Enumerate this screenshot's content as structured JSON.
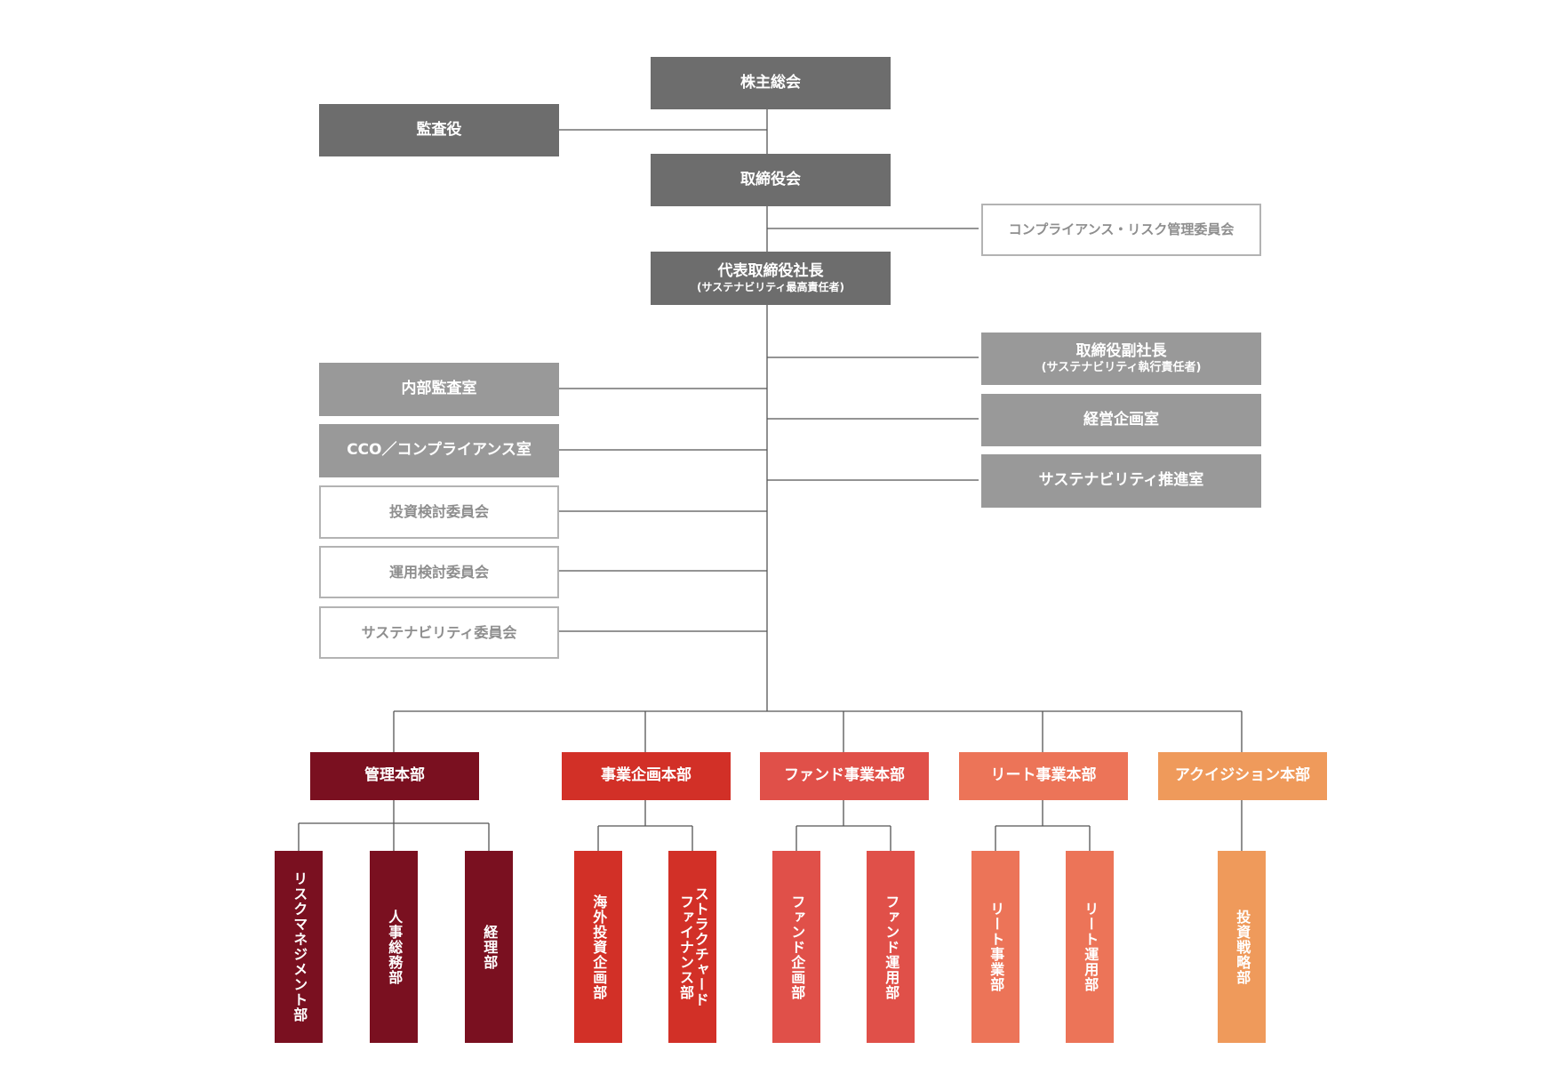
{
  "colors": {
    "line": "#555555",
    "top": "#6d6d6d",
    "staff": "#999999",
    "committee_border": "#b3b3b3",
    "committee_text": "#8e8e8e",
    "kanri": "#7a1020",
    "jigyo_kikaku": "#d23027",
    "fund": "#e05049",
    "reit": "#ec7458",
    "acq": "#ef9a5b"
  },
  "top": {
    "shareholders": "株主総会",
    "auditor": "監査役",
    "board": "取締役会",
    "compliance_risk_committee": "コンプライアンス・リスク管理委員会",
    "president": "代表取締役社長",
    "president_sub": "(サステナビリティ最高責任者)"
  },
  "staff_left": {
    "internal_audit": "内部監査室",
    "cco": "CCO／コンプライアンス室",
    "investment_committee": "投資検討委員会",
    "operation_committee": "運用検討委員会",
    "sustainability_committee": "サステナビリティ委員会"
  },
  "staff_right": {
    "vice_president": "取締役副社長",
    "vice_president_sub": "(サステナビリティ執行責任者)",
    "planning": "経営企画室",
    "sustainability_office": "サステナビリティ推進室"
  },
  "divisions": [
    {
      "name": "管理本部",
      "departments": [
        "リスクマネジメント部",
        "人事総務部",
        "経理部"
      ]
    },
    {
      "name": "事業企画本部",
      "departments": [
        "海外投資企画部",
        "ストラクチャード\nファイナンス部"
      ]
    },
    {
      "name": "ファンド事業本部",
      "departments": [
        "ファンド企画部",
        "ファンド運用部"
      ]
    },
    {
      "name": "リート事業本部",
      "departments": [
        "リート事業部",
        "リート運用部"
      ]
    },
    {
      "name": "アクイジション本部",
      "departments": [
        "投資戦略部"
      ]
    }
  ]
}
